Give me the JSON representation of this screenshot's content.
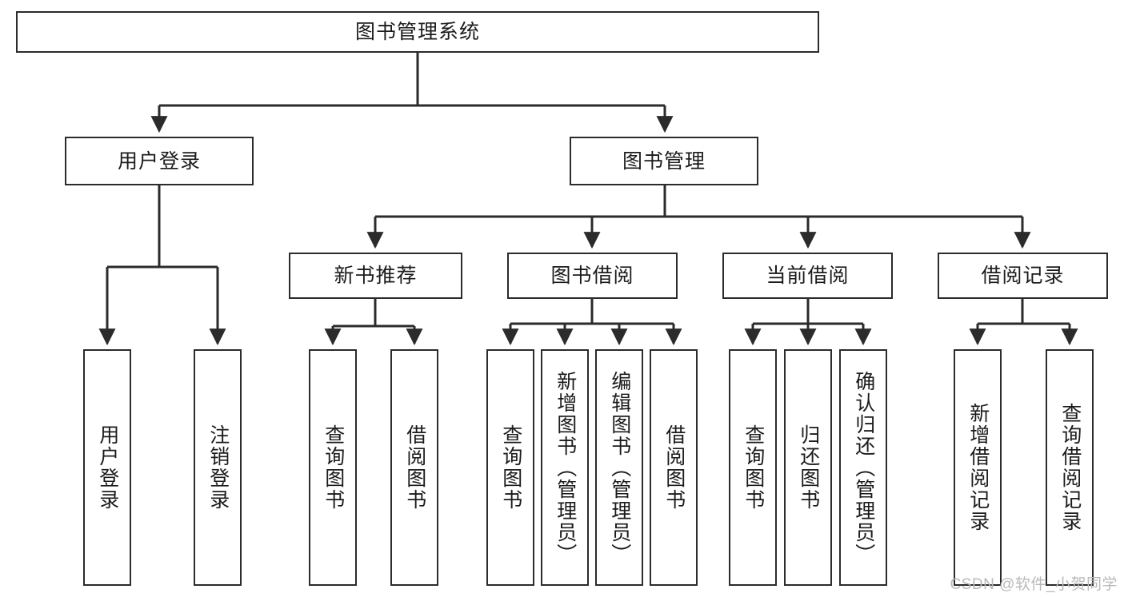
{
  "diagram": {
    "title": "图书管理系统",
    "type": "hierarchy-tree",
    "watermark": "CSDN @软件_小贺同学",
    "colors": {
      "box_border": "#2b2b2b",
      "box_fill": "#ffffff",
      "edge": "#2b2b2b",
      "text": "#1b1b1b",
      "watermark": "#b9b9b9",
      "background": "#ffffff"
    },
    "nodes": {
      "root": {
        "label": "图书管理系统"
      },
      "level2": [
        {
          "id": "user-login",
          "label": "用户登录"
        },
        {
          "id": "book-manage",
          "label": "图书管理"
        }
      ],
      "level3": [
        {
          "id": "new-book-recommend",
          "label": "新书推荐"
        },
        {
          "id": "book-borrow",
          "label": "图书借阅"
        },
        {
          "id": "current-borrow",
          "label": "当前借阅"
        },
        {
          "id": "borrow-record",
          "label": "借阅记录"
        }
      ],
      "leaves": [
        {
          "id": "leaf-user-login",
          "label": "用户登录",
          "parent": "user-login"
        },
        {
          "id": "leaf-logout-login",
          "label": "注销登录",
          "parent": "user-login"
        },
        {
          "id": "leaf-query-book-1",
          "label": "查询图书",
          "parent": "new-book-recommend"
        },
        {
          "id": "leaf-borrow-book-1",
          "label": "借阅图书",
          "parent": "new-book-recommend"
        },
        {
          "id": "leaf-query-book-2",
          "label": "查询图书",
          "parent": "book-borrow"
        },
        {
          "id": "leaf-add-book",
          "label": "新增图书（管理员）",
          "parent": "book-borrow"
        },
        {
          "id": "leaf-edit-book",
          "label": "编辑图书（管理员）",
          "parent": "book-borrow"
        },
        {
          "id": "leaf-borrow-book-2",
          "label": "借阅图书",
          "parent": "book-borrow"
        },
        {
          "id": "leaf-query-book-3",
          "label": "查询图书",
          "parent": "current-borrow"
        },
        {
          "id": "leaf-return-book",
          "label": "归还图书",
          "parent": "current-borrow"
        },
        {
          "id": "leaf-confirm-return",
          "label": "确认归还（管理员）",
          "parent": "current-borrow"
        },
        {
          "id": "leaf-add-record",
          "label": "新增借阅记录",
          "parent": "borrow-record"
        },
        {
          "id": "leaf-query-record",
          "label": "查询借阅记录",
          "parent": "borrow-record"
        }
      ]
    }
  }
}
